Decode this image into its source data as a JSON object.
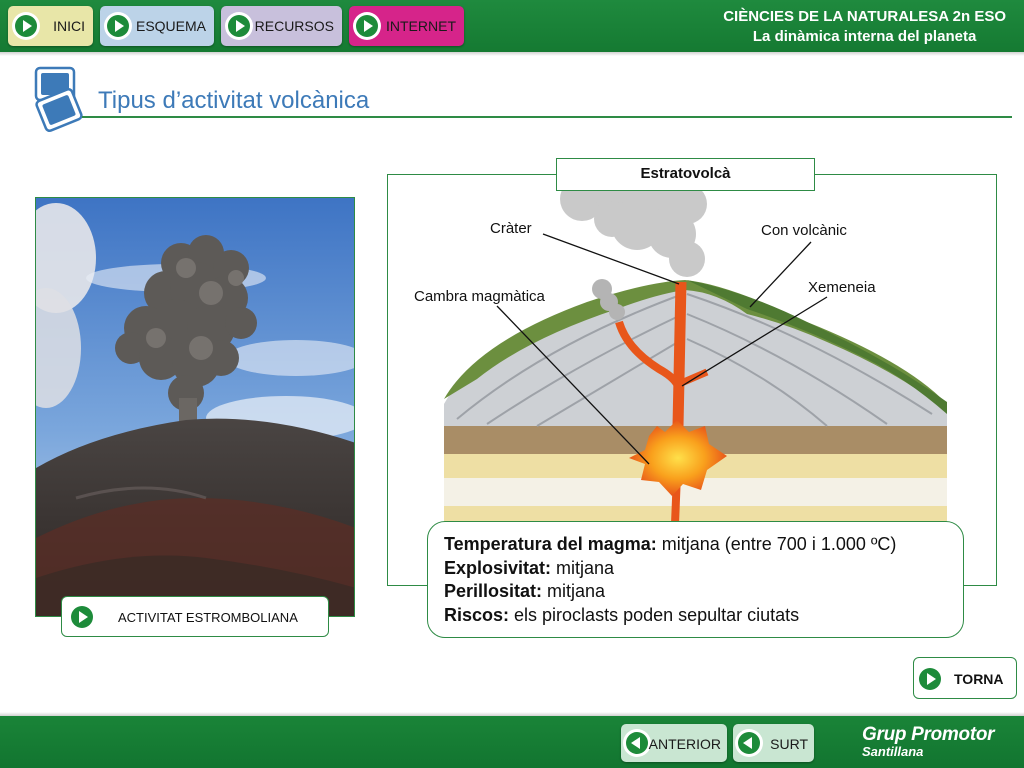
{
  "nav": {
    "inici": "INICI",
    "esquema": "ESQUEMA",
    "recursos": "RECURSOS",
    "internet": "INTERNET"
  },
  "header": {
    "line1": "CIÈNCIES DE LA NATURALESA 2n ESO",
    "line2": "La dinàmica interna del planeta"
  },
  "page": {
    "title": "Tipus d’activitat volcànica"
  },
  "photo": {
    "caption": "ACTIVITAT ESTROMBOLIANA"
  },
  "diagram": {
    "title": "Estratovolcà",
    "labels": {
      "crater": "Cràter",
      "cone": "Con volcànic",
      "chimney": "Xemeneia",
      "chamber": "Cambra magmàtica"
    }
  },
  "info": {
    "rows": [
      {
        "key": "Temperatura del magma:",
        "value": " mitjana (entre 700 i 1.000 ºC)"
      },
      {
        "key": "Explosivitat:",
        "value": " mitjana"
      },
      {
        "key": "Perillositat:",
        "value": " mitjana"
      },
      {
        "key": "Riscos:",
        "value": " els piroclasts poden sepultar ciutats"
      }
    ]
  },
  "buttons": {
    "torna": "TORNA",
    "anterior": "ANTERIOR",
    "surt": "SURT"
  },
  "brand": {
    "line1": "Grup Promotor",
    "line2": "Santillana"
  },
  "colors": {
    "green_bar": "#1a8438",
    "inici_btn": "#e8e6a8",
    "esquema_btn": "#bcd3e8",
    "recursos_btn": "#c8c0dc",
    "internet_btn": "#d6248a",
    "title_blue": "#3d7ab8",
    "frame_green": "#2e8b45"
  },
  "icons": {
    "nav": "play-icon",
    "back": "play-left-icon"
  }
}
